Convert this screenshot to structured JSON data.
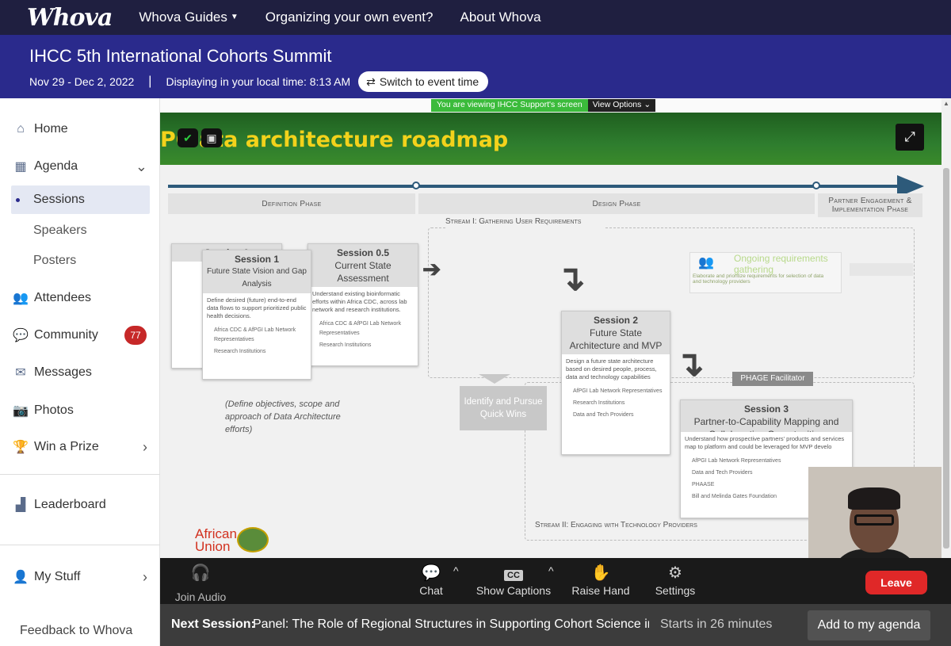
{
  "topnav": {
    "logo": "Whova",
    "links": [
      "Whova Guides",
      "Organizing your own event?",
      "About Whova"
    ]
  },
  "event": {
    "title": "IHCC 5th International Cohorts Summit",
    "dates": "Nov 29 - Dec 2, 2022",
    "local_time": "Displaying in your local time: 8:13 AM",
    "switch_label": "Switch to event time"
  },
  "sidebar": {
    "home": "Home",
    "agenda": "Agenda",
    "sessions": "Sessions",
    "speakers": "Speakers",
    "posters": "Posters",
    "attendees": "Attendees",
    "community": "Community",
    "community_badge": "77",
    "messages": "Messages",
    "photos": "Photos",
    "win_prize": "Win a Prize",
    "leaderboard": "Leaderboard",
    "my_stuff": "My Stuff",
    "feedback": "Feedback to Whova"
  },
  "share": {
    "viewing_text": "You are viewing IHCC Support's screen",
    "view_options": "View Options"
  },
  "slide": {
    "title": "PC  ata architecture roadmap",
    "phase_definition": "Definition Phase",
    "phase_design": "Design Phase",
    "phase_partner": "Partner Engagement & Implementation Phase",
    "stream1": "Stream I: Gathering User Requirements",
    "stream2": "Stream II: Engaging with Technology Providers",
    "session0_title": "Session 0",
    "session1_title": "Session 1",
    "session1_sub": "Future State Vision and Gap Analysis",
    "session1_body": "Define desired (future) end-to-end data flows to support prioritized public health decisions.",
    "session1_b1": "Africa CDC & AfPGI Lab Network Representatives",
    "session1_b2": "Research Institutions",
    "session05_title": "Session 0.5",
    "session05_sub": "Current State Assessment",
    "session05_body": "Understand existing bioinformatic efforts within Africa CDC, across lab network and research institutions.",
    "session05_b1": "Africa CDC & AfPGI Lab Network Representatives",
    "session05_b2": "Research Institutions",
    "session2_title": "Session 2",
    "session2_sub": "Future State Architecture and MVP",
    "session2_body": "Design a future state architecture based on desired people, process, data and technology capabilities",
    "session2_b1": "AfPGI Lab Network Representatives",
    "session2_b2": "Research Institutions",
    "session2_b3": "Data and Tech Providers",
    "session3_title": "Session 3",
    "session3_sub": "Partner-to-Capability Mapping and Collaboration Opportunities",
    "session3_body": "Understand how prospective partners' products and services map to platform and could be leveraged for MVP develo",
    "session3_b1": "AfPGI Lab Network Representatives",
    "session3_b2": "Data and Tech Providers",
    "session3_b3": "PHAASE",
    "session3_b4": "Bill and Melinda Gates Foundation",
    "quick_wins": "Identify and Pursue Quick Wins",
    "ongoing": "Ongoing requirements gathering",
    "ongoing_body": "Elaborate and prioritize requirements for selection of data and technology providers",
    "phase_facilitator": "PHAGE Facilitator",
    "note": "(Define objectives, scope and approach of Data Architecture efforts)",
    "au_text": "African Union"
  },
  "controls": {
    "join_audio": "Join Audio",
    "chat": "Chat",
    "show_captions": "Show Captions",
    "raise_hand": "Raise Hand",
    "settings": "Settings",
    "leave": "Leave",
    "cc_glyph": "CC"
  },
  "next_session": {
    "label": "Next Session:",
    "title": "Panel: The Role of Regional Structures in Supporting Cohort Science in...",
    "starts": "Starts in 26 minutes",
    "add_button": "Add to my agenda"
  }
}
